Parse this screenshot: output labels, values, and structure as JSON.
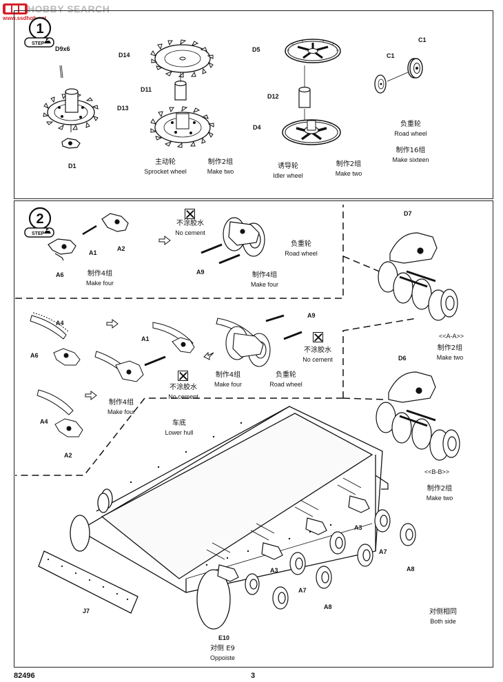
{
  "watermark": {
    "logo_text": "HOBBY SEARCH",
    "site": "www.ssdhob.net"
  },
  "step1": {
    "number": "1",
    "badge": "STEP",
    "labels": {
      "d9": "D9x6",
      "d14": "D14",
      "d13": "D13",
      "d11": "D11",
      "d1": "D1",
      "d5": "D5",
      "d12": "D12",
      "d4": "D4",
      "c1a": "C1",
      "c1b": "C1"
    },
    "sprocket": {
      "zh": "主动轮",
      "en": "Sprocket wheel"
    },
    "sprocket_qty": {
      "zh": "制作2组",
      "en": "Make two"
    },
    "idler": {
      "zh": "诱导轮",
      "en": "Idler wheel"
    },
    "idler_qty": {
      "zh": "制作2组",
      "en": "Make two"
    },
    "road": {
      "zh": "负重轮",
      "en": "Road wheel"
    },
    "road_qty": {
      "zh": "制作16组",
      "en": "Make sixteen"
    }
  },
  "step2": {
    "number": "2",
    "badge": "STEP",
    "labels": {
      "a1": "A1",
      "a2": "A2",
      "a6": "A6",
      "a9": "A9",
      "d7": "D7",
      "a4a": "A4",
      "a6b": "A6",
      "a1b": "A1",
      "a9b": "A9",
      "a4b": "A4",
      "a2b": "A2",
      "d6": "D6",
      "a3a": "A3",
      "a7a": "A7",
      "a8a": "A8",
      "a3b": "A3",
      "a7b": "A7",
      "a8b": "A8",
      "j7": "J7",
      "e10": "E10"
    },
    "make_four_1": {
      "zh": "制作4组",
      "en": "Make four"
    },
    "no_cement_1": {
      "zh": "不涂胶水",
      "en": "No cement"
    },
    "road_wheel_1": {
      "zh": "负重轮",
      "en": "Road wheel"
    },
    "make_four_2": {
      "zh": "制作4组",
      "en": "Make four"
    },
    "section_aa": "<<A-A>>",
    "aa_qty": {
      "zh": "制作2组",
      "en": "Make two"
    },
    "no_cement_2": {
      "zh": "不涂胶水",
      "en": "No cement"
    },
    "no_cement_3": {
      "zh": "不涂胶水",
      "en": "No cement"
    },
    "make_four_3": {
      "zh": "制作4组",
      "en": "Make four"
    },
    "road_wheel_2": {
      "zh": "负重轮",
      "en": "Road wheel"
    },
    "make_four_4": {
      "zh": "制作4组",
      "en": "Make four"
    },
    "lower_hull": {
      "zh": "车底",
      "en": "Lower hull"
    },
    "section_bb": "<<B-B>>",
    "bb_qty": {
      "zh": "制作2组",
      "en": "Make two"
    },
    "opposite": {
      "zh": "对侧 E9",
      "en": "Oppoiste"
    },
    "both_side": {
      "zh": "对侧相同",
      "en": "Both side"
    }
  },
  "footer": {
    "kit_number": "82496",
    "page_number": "3"
  }
}
